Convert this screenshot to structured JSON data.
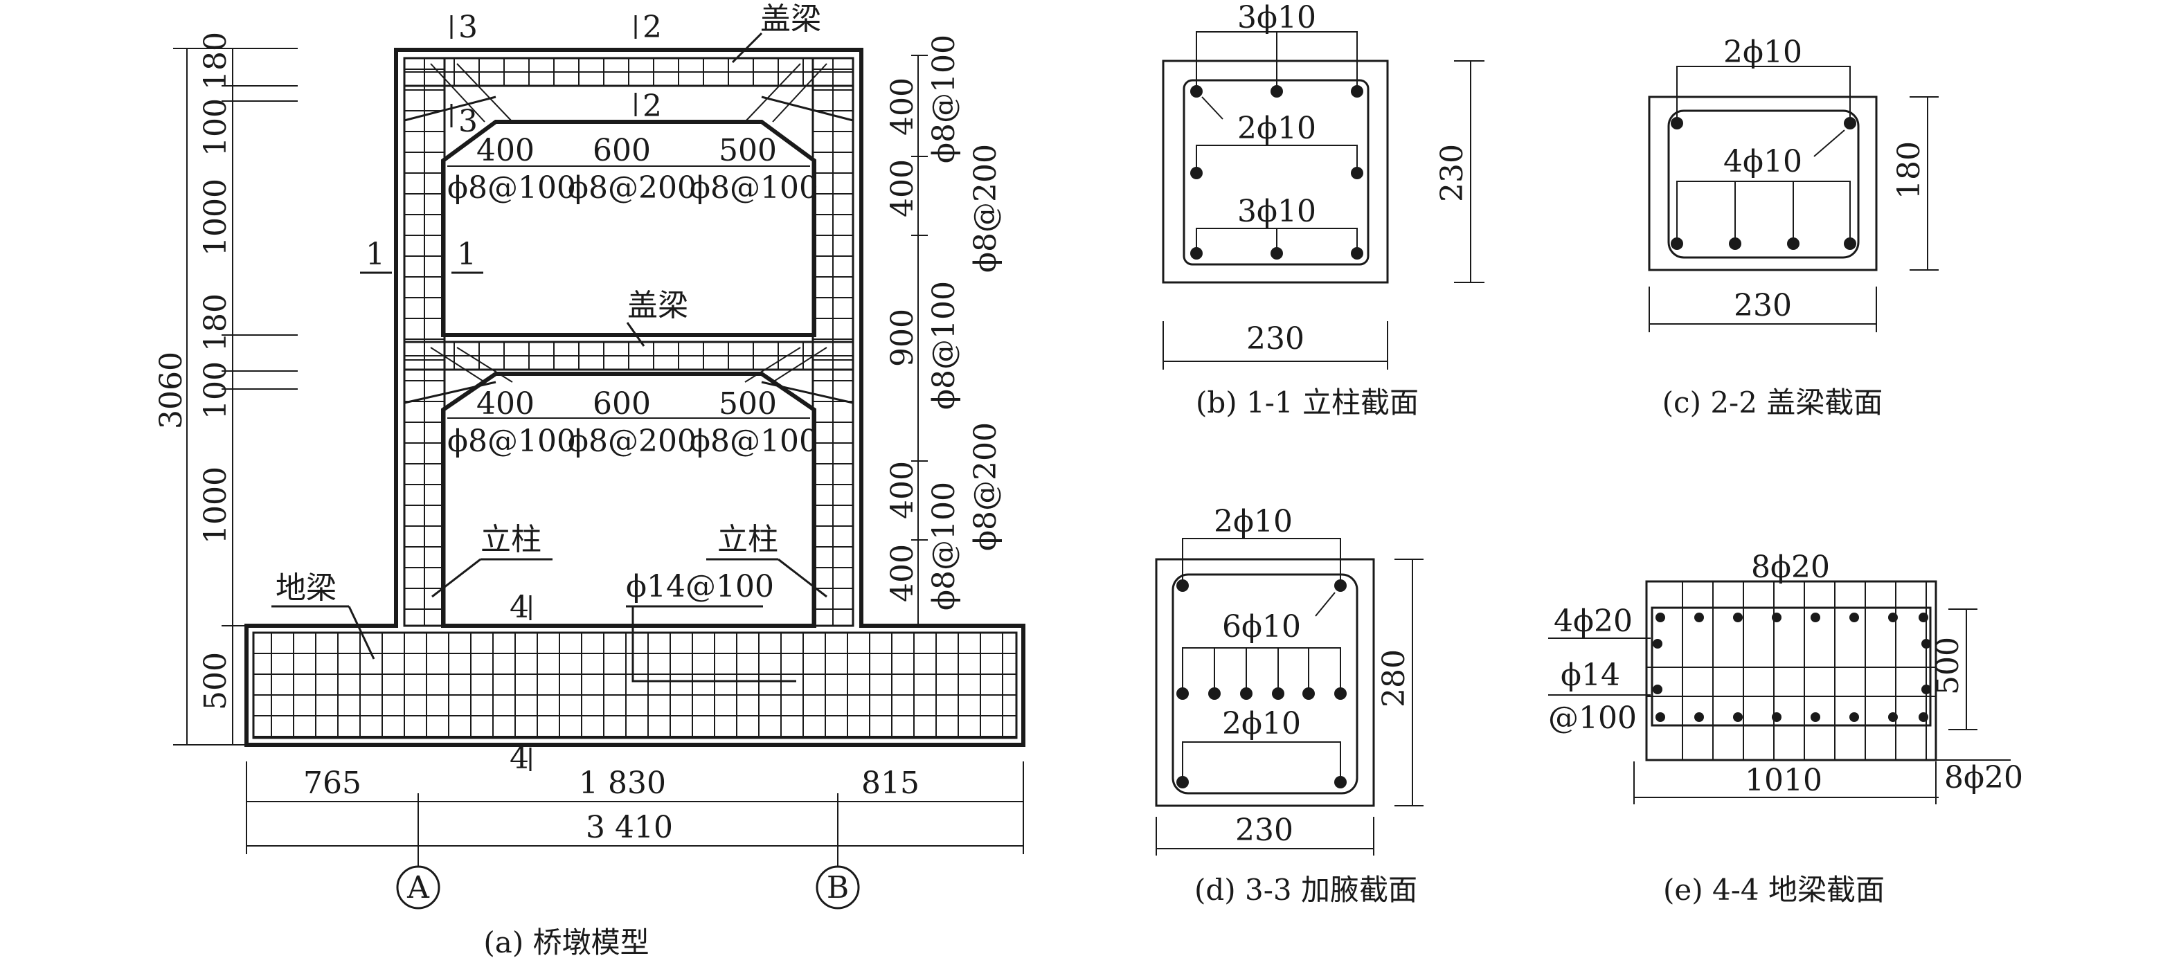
{
  "pier": {
    "caption": "(a) 桥墩模型",
    "label_cap_beam": "盖梁",
    "label_column": "立柱",
    "label_ground_beam": "地梁",
    "cuts": {
      "s1": "1",
      "s2": "2",
      "s3": "3",
      "s4": "4"
    },
    "left_dims": [
      "180",
      "100",
      "1000",
      "180",
      "100",
      "1000",
      "500"
    ],
    "overall_height": "3060",
    "right_dims": [
      "400",
      "400",
      "900",
      "400",
      "400"
    ],
    "right_stirrups": [
      "ϕ8@100",
      "ϕ8@200",
      "ϕ8@100",
      "ϕ8@200",
      "ϕ8@100"
    ],
    "beam_spans": [
      "400",
      "600",
      "500"
    ],
    "beam_stirrups": [
      "ϕ8@100",
      "ϕ8@200",
      "ϕ8@100"
    ],
    "ground_rebar": "ϕ14@100",
    "bottom_dims": [
      "765",
      "1 830",
      "815"
    ],
    "overall_width": "3 410",
    "axis_a": "A",
    "axis_b": "B"
  },
  "sec_b": {
    "caption": "(b) 1-1 立柱截面",
    "top_bars": "3ϕ10",
    "mid_bars": "2ϕ10",
    "bot_bars": "3ϕ10",
    "height": "230",
    "width": "230"
  },
  "sec_c": {
    "caption": "(c) 2-2 盖梁截面",
    "top_bars": "2ϕ10",
    "bot_bars": "4ϕ10",
    "height": "180",
    "width": "230"
  },
  "sec_d": {
    "caption": "(d) 3-3 加腋截面",
    "top_bars": "2ϕ10",
    "mid_bars": "6ϕ10",
    "bot_bars": "2ϕ10",
    "height": "280",
    "width": "230"
  },
  "sec_e": {
    "caption": "(e) 4-4 地梁截面",
    "top_bars": "8ϕ20",
    "side_bars": "4ϕ20",
    "stirrup_a": "ϕ14",
    "stirrup_b": "@100",
    "bot_bars": "8ϕ20",
    "height": "500",
    "width": "1010"
  }
}
